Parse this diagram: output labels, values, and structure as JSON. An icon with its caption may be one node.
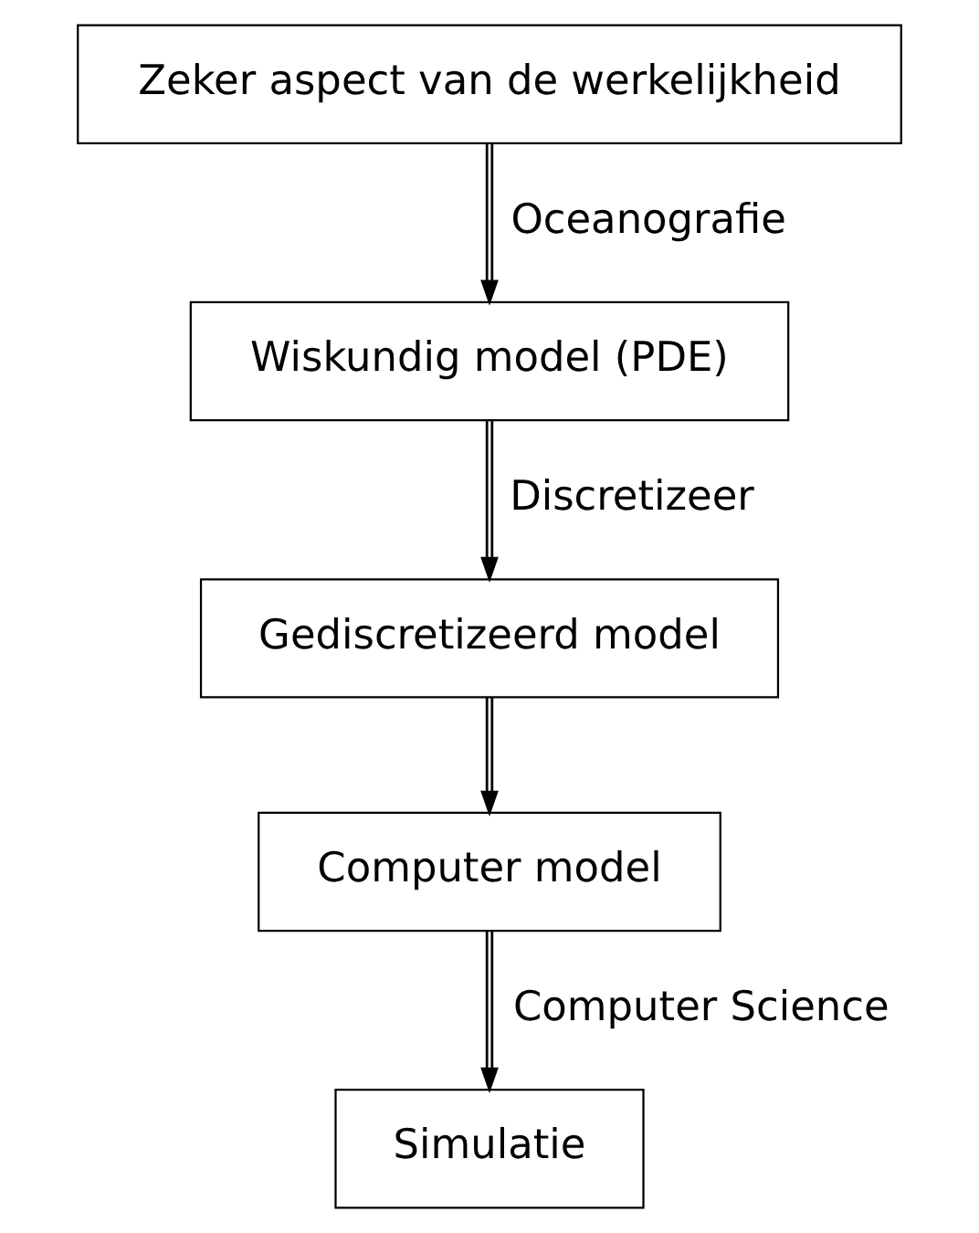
{
  "diagram": {
    "nodes": [
      {
        "text": [
          "Zeker aspect van de werkelijkheid"
        ]
      },
      {
        "text": [
          "Wiskundig model (PDE)"
        ]
      },
      {
        "text": [
          "Gediscretizeerd model"
        ]
      },
      {
        "text": [
          "Computer model"
        ]
      },
      {
        "text": [
          "Simulatie"
        ]
      }
    ],
    "edges": [
      {
        "from": 0,
        "to": 1,
        "arrow": "to",
        "label": "Oceanografie"
      },
      {
        "from": 1,
        "to": 2,
        "arrow": "to",
        "label": "Discretizeer"
      },
      {
        "from": 2,
        "to": 3,
        "arrow": "to"
      },
      {
        "from": 3,
        "to": 4,
        "arrow": "to",
        "label": "Computer Science"
      }
    ]
  }
}
